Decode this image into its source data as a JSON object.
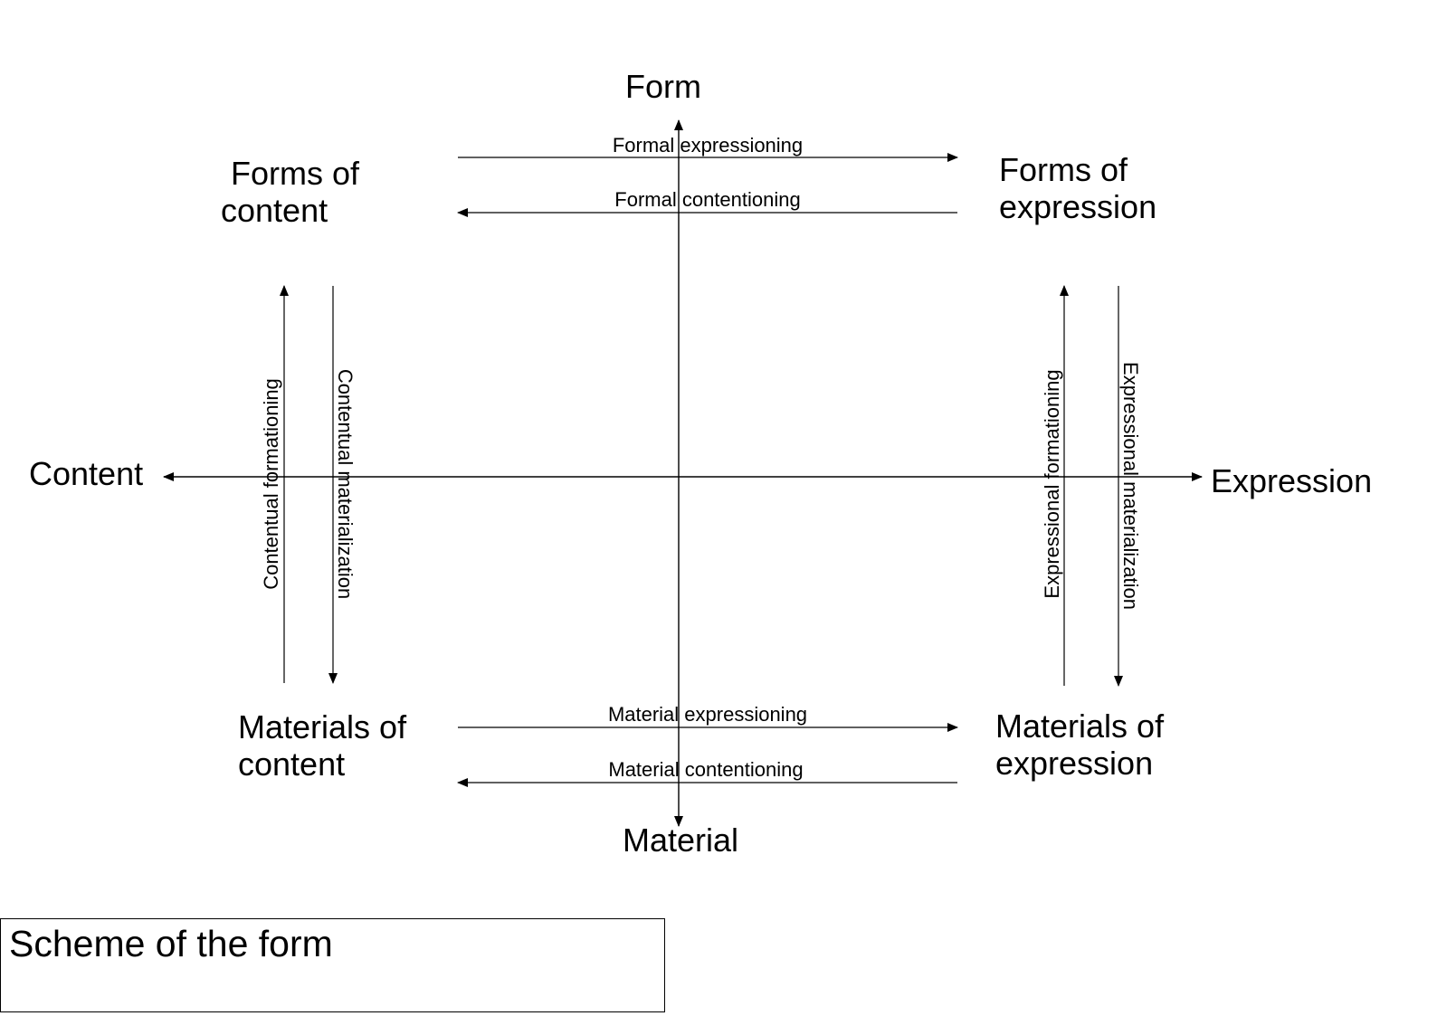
{
  "axes": {
    "top": "Form",
    "bottom": "Material",
    "left": "Content",
    "right": "Expression"
  },
  "nodes": {
    "top_left": [
      "Forms of",
      "content"
    ],
    "top_right": [
      "Forms of",
      "expression"
    ],
    "bottom_left": [
      "Materials of",
      "content"
    ],
    "bottom_right": [
      "Materials of",
      "expression"
    ]
  },
  "edges": {
    "formal_expressioning": "Formal expressioning",
    "formal_contentioning": "Formal contentioning",
    "material_expressioning": "Material expressioning",
    "material_contentioning": "Material contentioning",
    "contentual_formationing": "Contentual formationing",
    "contentual_materialization": "Contentual materialization",
    "expressional_formationing": "Expressional formationing",
    "expressional_materialization": "Expressional materialization"
  },
  "caption": "Scheme of the form",
  "colors": {
    "line": "#000000",
    "background": "#ffffff"
  }
}
